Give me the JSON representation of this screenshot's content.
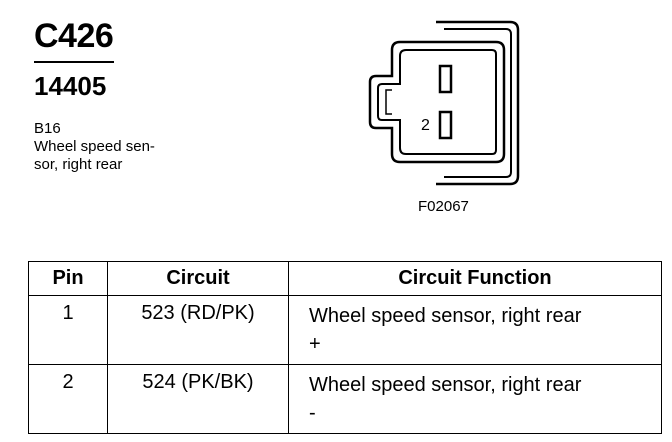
{
  "header": {
    "connector_id": "C426",
    "part_number": "14405"
  },
  "component": {
    "code": "B16",
    "description_lines": [
      "Wheel speed sen-",
      "sor, right rear"
    ]
  },
  "connector_view": {
    "pin_label": "2",
    "figure_id": "F02067"
  },
  "table": {
    "headers": [
      "Pin",
      "Circuit",
      "Circuit Function"
    ],
    "rows": [
      {
        "pin": "1",
        "circuit": "523 (RD/PK)",
        "function": "Wheel speed sensor, right rear",
        "polarity": "+"
      },
      {
        "pin": "2",
        "circuit": "524 (PK/BK)",
        "function": "Wheel speed sensor, right rear",
        "polarity": "-"
      }
    ]
  }
}
